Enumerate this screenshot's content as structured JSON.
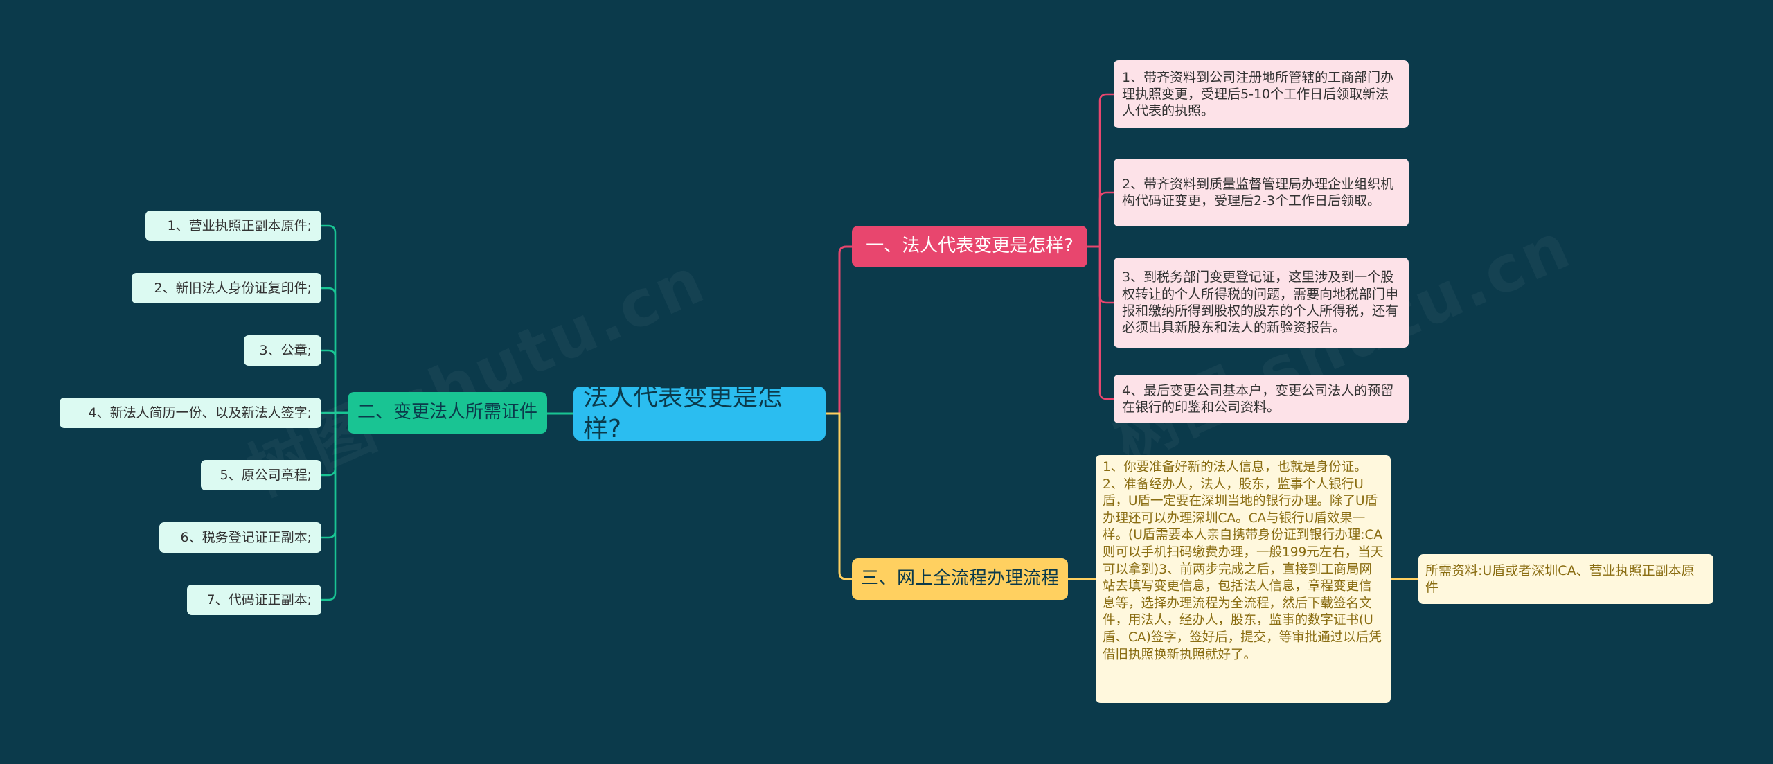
{
  "root": {
    "label": "法人代表变更是怎样?"
  },
  "branch1": {
    "label": "一、法人代表变更是怎样?",
    "items": [
      "1、带齐资料到公司注册地所管辖的工商部门办理执照变更，受理后5-10个工作日后领取新法人代表的执照。",
      "2、带齐资料到质量监督管理局办理企业组织机构代码证变更，受理后2-3个工作日后领取。",
      "3、到税务部门变更登记证，这里涉及到一个股权转让的个人所得税的问题，需要向地税部门申报和缴纳所得到股权的股东的个人所得税，还有必须出具新股东和法人的新验资报告。",
      "4、最后变更公司基本户，变更公司法人的预留在银行的印鉴和公司资料。"
    ]
  },
  "branch2": {
    "label": "二、变更法人所需证件",
    "items": [
      "1、营业执照正副本原件;",
      "2、新旧法人身份证复印件;",
      "3、公章;",
      "4、新法人简历一份、以及新法人签字;",
      "5、原公司章程;",
      "6、税务登记证正副本;",
      "7、代码证正副本;"
    ]
  },
  "branch3": {
    "label": "三、网上全流程办理流程",
    "detail": "1、你要准备好新的法人信息，也就是身份证。2、准备经办人，法人，股东，监事个人银行U盾，U盾一定要在深圳当地的银行办理。除了U盾办理还可以办理深圳CA。CA与银行U盾效果一样。(U盾需要本人亲自携带身份证到银行办理:CA则可以手机扫码缴费办理，一般199元左右，当天可以拿到)3、前两步完成之后，直接到工商局网站去填写变更信息，包括法人信息，章程变更信息等，选择办理流程为全流程，然后下载签名文件，用法人，经办人，股东，监事的数字证书(U盾、CA)签字，签好后，提交，等审批通过以后凭借旧执照换新执照就好了。",
    "note": "所需资料:U盾或者深圳CA、营业执照正副本原件"
  },
  "colors": {
    "background": "#0b3a4b",
    "root": "#2bbdf0",
    "branch1": "#e8466e",
    "branch2": "#19c493",
    "branch3": "#ffd060"
  }
}
